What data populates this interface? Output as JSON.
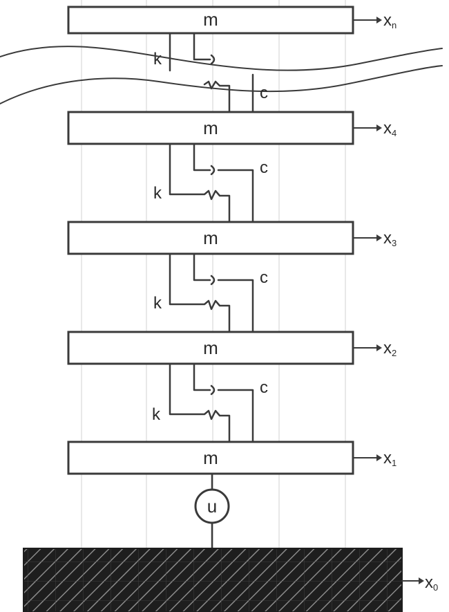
{
  "diagram": {
    "mass_label": "m",
    "spring_label": "k",
    "damper_label": "c",
    "input_label": "u",
    "masses": [
      {
        "id": "n",
        "x_base": "x",
        "x_sub": "n"
      },
      {
        "id": "4",
        "x_base": "x",
        "x_sub": "4"
      },
      {
        "id": "3",
        "x_base": "x",
        "x_sub": "3"
      },
      {
        "id": "2",
        "x_base": "x",
        "x_sub": "2"
      },
      {
        "id": "1",
        "x_base": "x",
        "x_sub": "1"
      }
    ],
    "ground": {
      "x_base": "x",
      "x_sub": "0"
    },
    "colors": {
      "line": "#3a3a3a",
      "background": "#ffffff",
      "ground_fill": "#1e1e1e",
      "grid": "#e8e8e8"
    }
  }
}
